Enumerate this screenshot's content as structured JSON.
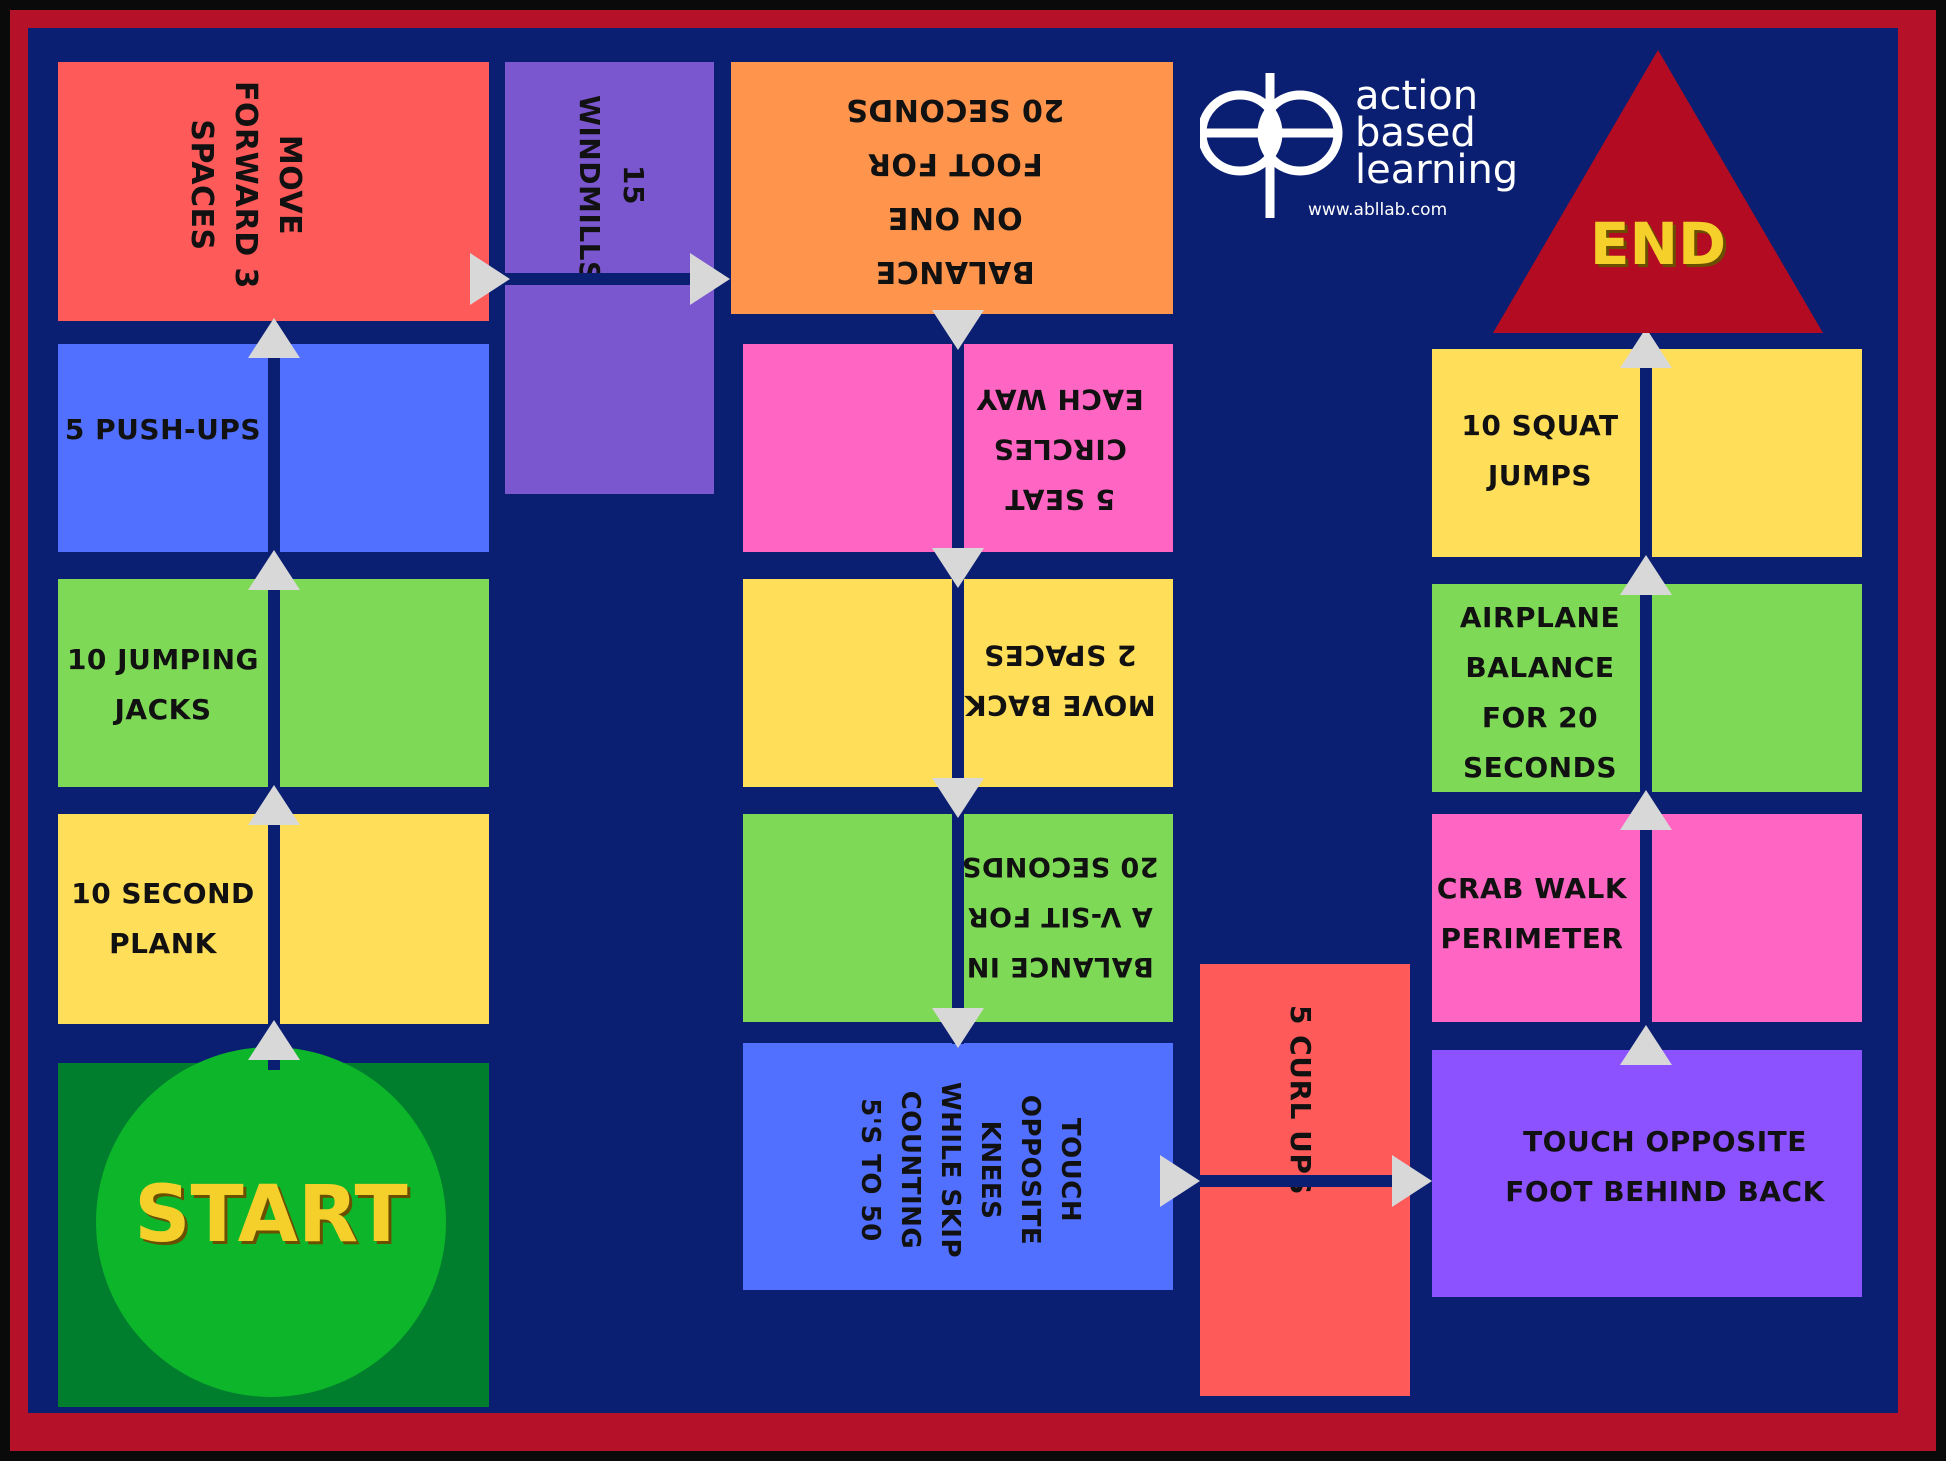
{
  "colors": {
    "background": "#0b1f72",
    "border": "#b5122a",
    "red": "#ff5a5a",
    "purple": "#7a56cf",
    "orange": "#ff944d",
    "pink": "#ff66c4",
    "yellow": "#ffde5a",
    "green": "#7ed957",
    "blue": "#5170ff",
    "violet": "#8c52ff",
    "start_circle": "#0db52a",
    "start_square": "#007e2d",
    "end_triangle": "#b20b22",
    "start_end_text": "#f5cf2a"
  },
  "logo": {
    "line1": "action",
    "line2": "based",
    "line3": "learning",
    "url": "www.abllab.com"
  },
  "start_label": "START",
  "end_label": "END",
  "spaces": [
    {
      "text": "10 SECOND\nPLANK"
    },
    {
      "text": "10 JUMPING\nJACKS"
    },
    {
      "text": "5 PUSH-UPS"
    },
    {
      "text": "MOVE\nFORWARD 3\nSPACES"
    },
    {
      "text": "15\nWINDMILLS"
    },
    {
      "text": "BALANCE\nON ONE\nFOOT FOR\n20 SECONDS"
    },
    {
      "text": "5 SEAT\nCIRCLES\nEACH WAY"
    },
    {
      "text": "MOVE BACK\n2 SPACES"
    },
    {
      "text": "BALANCE IN\nA V-SIT FOR\n20 SECONDS"
    },
    {
      "text": "TOUCH\nOPPOSITE\nKNEES\nWHILE SKIP\nCOUNTING\n5'S TO 50"
    },
    {
      "text": "5 CURL UPS"
    },
    {
      "text": "TOUCH OPPOSITE\nFOOT BEHIND BACK"
    },
    {
      "text": "CRAB WALK\nPERIMETER"
    },
    {
      "text": "AIRPLANE\nBALANCE\nFOR 20\nSECONDS"
    },
    {
      "text": "10 SQUAT\nJUMPS"
    }
  ]
}
